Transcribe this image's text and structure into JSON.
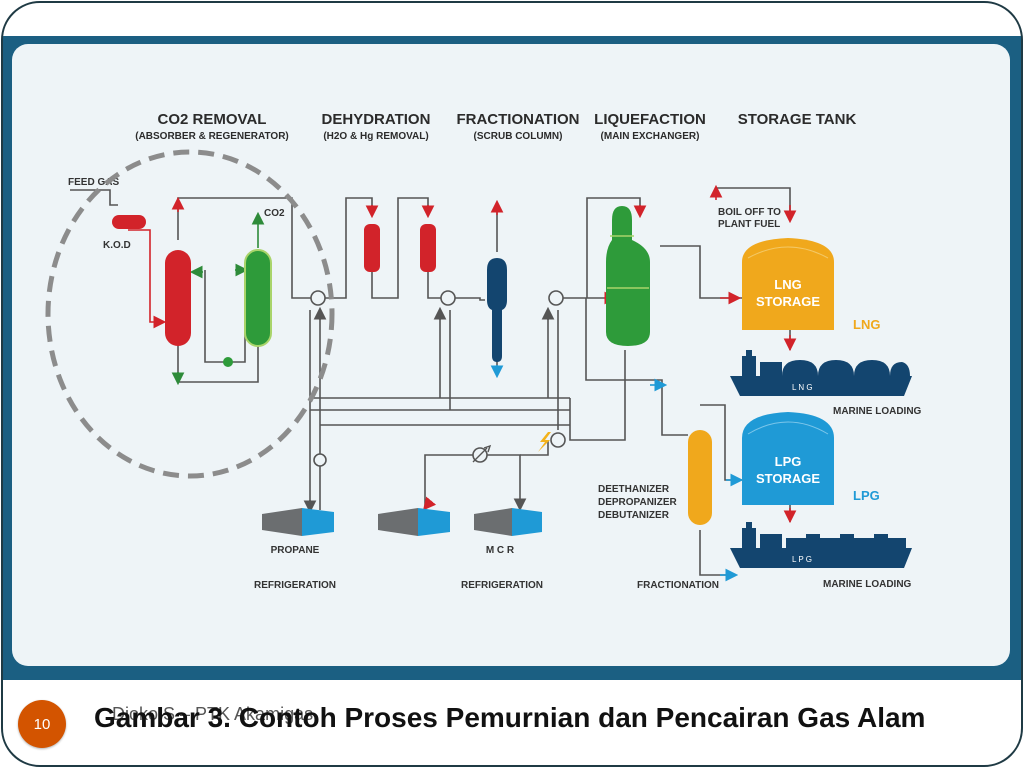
{
  "diagram": {
    "stage_titles": [
      "CO2 REMOVAL",
      "DEHYDRATION",
      "FRACTIONATION",
      "LIQUEFACTION",
      "STORAGE TANK"
    ],
    "stage_subtitles": [
      "(ABSORBER & REGENERATOR)",
      "(H2O & Hg REMOVAL)",
      "(SCRUB COLUMN)",
      "(MAIN EXCHANGER)"
    ],
    "feed_gas": "FEED GAS",
    "kod": "K.O.D",
    "co2": "CO2",
    "boil_off_1": "BOIL OFF TO",
    "boil_off_2": "PLANT FUEL",
    "lng_storage_1": "LNG",
    "lng_storage_2": "STORAGE",
    "lng_label": "LNG",
    "lpg_storage_1": "LPG",
    "lpg_storage_2": "STORAGE",
    "lpg_label": "LPG",
    "marine_loading_1": "MARINE LOADING",
    "marine_loading_2": "MARINE LOADING",
    "ship_lng_text": "L   N   G",
    "ship_lpg_text": "L   P   G",
    "deethanizer": "DEETHANIZER",
    "depropanizer": "DEPROPANIZER",
    "debutanizer": "DEBUTANIZER",
    "fractionation_bottom": "FRACTIONATION",
    "propane": "PROPANE",
    "refrigeration_1": "REFRIGERATION",
    "mcr": "M C R",
    "refrigeration_2": "REFRIGERATION"
  },
  "footer": {
    "page_number": "10",
    "author": "Djoko S – PTK Akamigas",
    "caption": "Gambar 3. Contoh Proses Pemurnian dan Pencairan Gas Alam"
  }
}
